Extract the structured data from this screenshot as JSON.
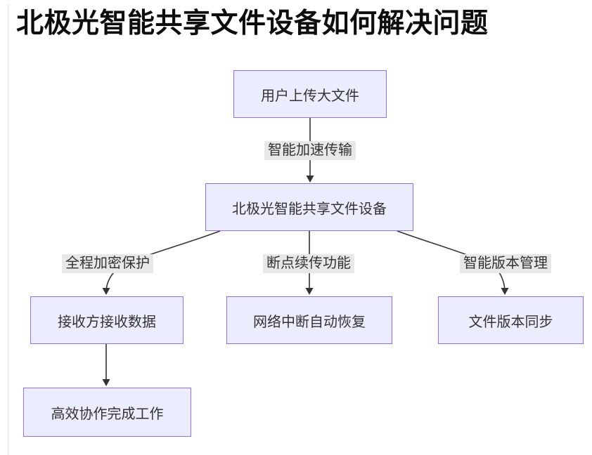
{
  "title": "北极光智能共享文件设备如何解决问题",
  "diagram": {
    "type": "flowchart",
    "direction": "top-down",
    "nodes": [
      {
        "id": "upload",
        "label": "用户上传大文件"
      },
      {
        "id": "device",
        "label": "北极光智能共享文件设备"
      },
      {
        "id": "receive",
        "label": "接收方接收数据"
      },
      {
        "id": "recover",
        "label": "网络中断自动恢复"
      },
      {
        "id": "sync",
        "label": "文件版本同步"
      },
      {
        "id": "collab",
        "label": "高效协作完成工作"
      }
    ],
    "edges": [
      {
        "from": "upload",
        "to": "device",
        "label": "智能加速传输"
      },
      {
        "from": "device",
        "to": "receive",
        "label": "全程加密保护"
      },
      {
        "from": "device",
        "to": "recover",
        "label": "断点续传功能"
      },
      {
        "from": "device",
        "to": "sync",
        "label": "智能版本管理"
      },
      {
        "from": "receive",
        "to": "collab",
        "label": ""
      }
    ],
    "colors": {
      "node_fill": "#ECECFF",
      "node_border": "#9370DB",
      "edge": "#333333",
      "edge_label_bg": "#e8e8e8",
      "text": "#333333",
      "title_text": "#0d0d0d"
    }
  }
}
